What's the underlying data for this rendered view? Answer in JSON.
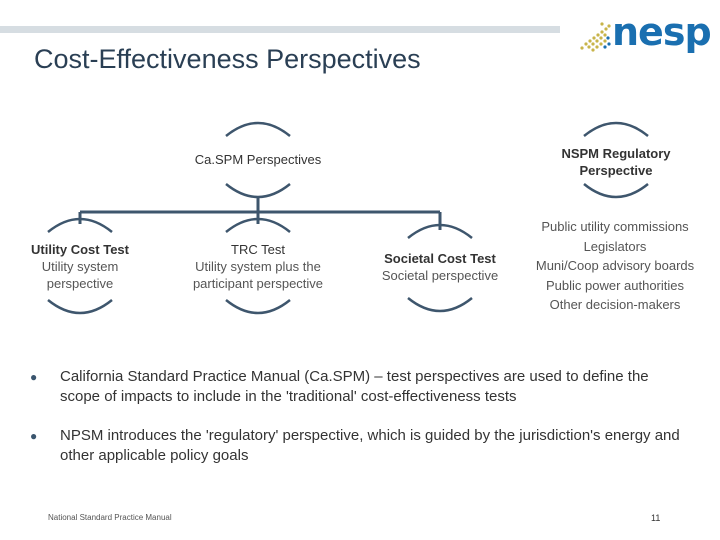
{
  "header": {
    "title": "Cost-Effectiveness Perspectives",
    "logo_text": "nesp"
  },
  "diagram": {
    "root_left": "Ca.SPM Perspectives",
    "root_right": "NSPM Regulatory Perspective",
    "nodes": [
      {
        "title": "Utility Cost Test",
        "desc": "Utility system perspective"
      },
      {
        "title": "TRC Test",
        "desc": "Utility system plus the participant perspective"
      },
      {
        "title": "Societal Cost Test",
        "desc": "Societal perspective"
      }
    ],
    "regulators": [
      "Public utility commissions",
      "Legislators",
      "Muni/Coop advisory boards",
      "Public power authorities",
      "Other decision-makers"
    ]
  },
  "bullets": [
    "California Standard Practice Manual (Ca.SPM) – test perspectives are used to define the scope of impacts to include in the 'traditional' cost-effectiveness tests",
    "NPSM introduces the 'regulatory' perspective, which is guided by the jurisdiction's energy and other applicable policy goals"
  ],
  "footer": {
    "left": "National Standard Practice Manual",
    "page": "11"
  },
  "colors": {
    "title": "#2a3f54",
    "logo": "#1a6fb0",
    "connector": "#3e566d"
  }
}
